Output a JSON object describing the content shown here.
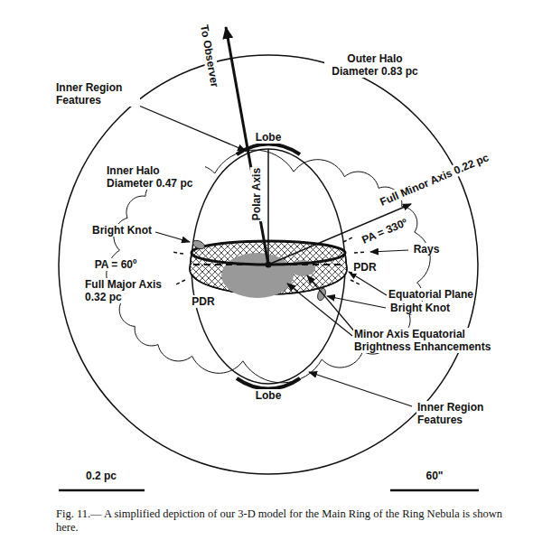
{
  "diagram": {
    "caption": "Fig. 11.— A simplified depiction of our 3-D model for the Main Ring of the Ring Nebula is shown here.",
    "labels": [
      "To Observer",
      "Outer Halo Diameter 0.83 pc",
      "Inner Region Features",
      "Lobe",
      "Polar Axis",
      "Inner Halo Diameter 0.47 pc",
      "Full Minor Axis 0.22 pc",
      "PA = 330º",
      "Bright Knot",
      "Rays",
      "PA = 60º",
      "Full Major Axis 0.32 pc",
      "PDR",
      "PDR",
      "Equatorial Plane",
      "Bright Knot",
      "Minor Axis Equatorial Brightness Enhancements",
      "Lobe",
      "Inner Region Features",
      "0.2 pc",
      "60\""
    ]
  }
}
